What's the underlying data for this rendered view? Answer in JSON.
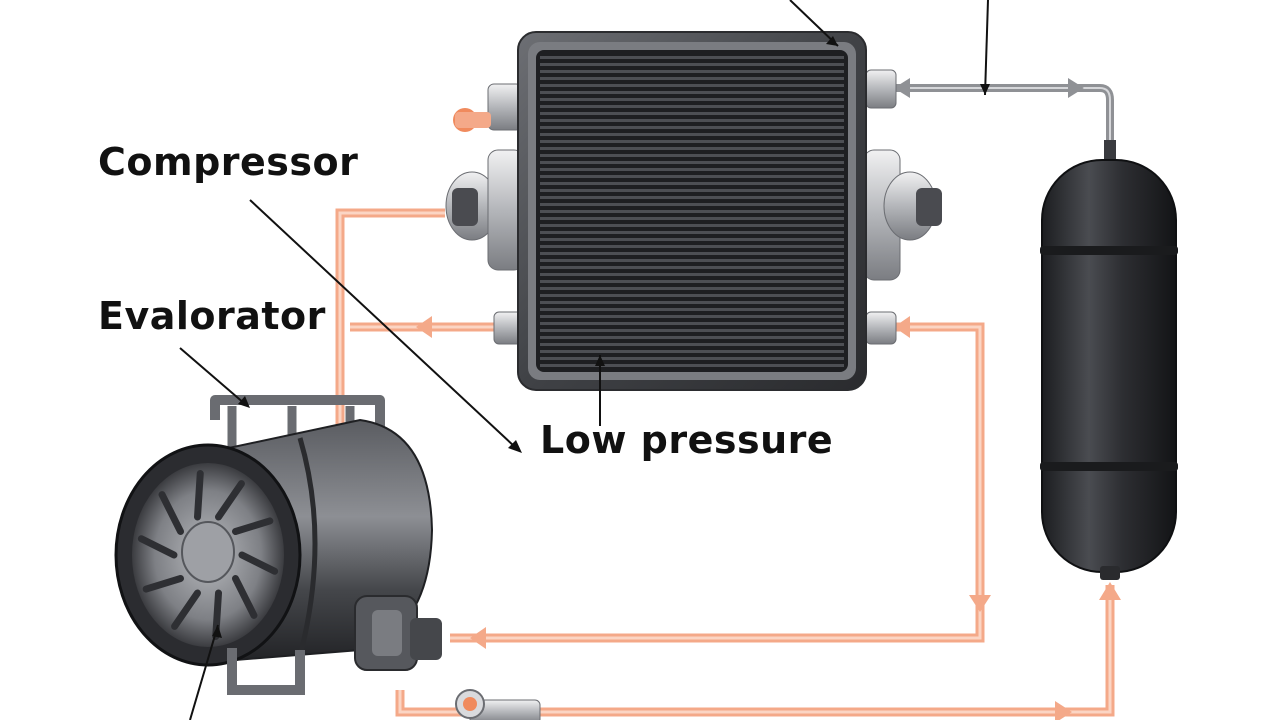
{
  "labels": {
    "compressor": "Compressor",
    "evaporator": "Evalorator",
    "low_pressure": "Low pressure"
  },
  "colors": {
    "pipe_hot": "#f4a989",
    "pipe_hot_dark": "#e98a66",
    "pipe_hot_light": "#fbd5c4",
    "pipe_grey": "#8f9195",
    "metal_dark": "#2c2d30",
    "metal_mid": "#55575c",
    "metal_light": "#a9abb0",
    "leader": "#111111"
  },
  "icons": [
    "condenser-unit",
    "receiver-tank",
    "evaporator-fan-unit",
    "expansion-valve"
  ]
}
